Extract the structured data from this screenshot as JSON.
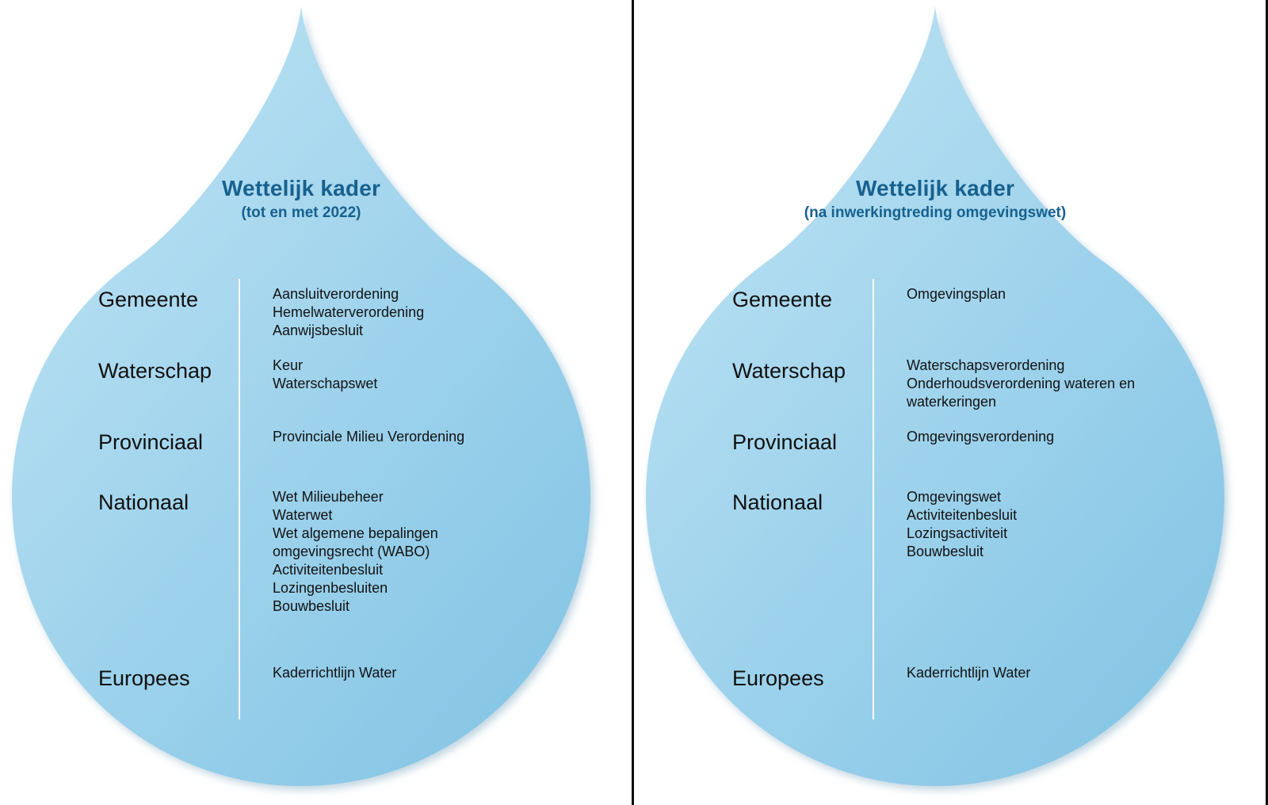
{
  "colors": {
    "droplet_top": "#bfe4f5",
    "droplet_mid": "#9fd3ec",
    "droplet_bottom": "#86c5e5",
    "title_text": "#17618f",
    "body_text": "#121212",
    "panel_divider": "#0b0b0b",
    "column_divider": "#fbfdfe"
  },
  "panels": [
    {
      "title": "Wettelijk kader",
      "subtitle": "(tot en met 2022)",
      "rows": [
        {
          "label": "Gemeente",
          "items": [
            "Aansluitverordening",
            "Hemelwaterverordening",
            "Aanwijsbesluit"
          ]
        },
        {
          "label": "Waterschap",
          "items": [
            "Keur",
            "Waterschapswet"
          ]
        },
        {
          "label": "Provinciaal",
          "items": [
            "Provinciale Milieu Verordening"
          ]
        },
        {
          "label": "Nationaal",
          "items": [
            "Wet Milieubeheer",
            "Waterwet",
            "Wet algemene bepalingen omgevingsrecht (WABO)",
            "Activiteitenbesluit",
            "Lozingenbesluiten",
            "Bouwbesluit"
          ]
        },
        {
          "label": "Europees",
          "items": [
            "Kaderrichtlijn Water"
          ]
        }
      ]
    },
    {
      "title": "Wettelijk kader",
      "subtitle": "(na inwerkingtreding omgevingswet)",
      "rows": [
        {
          "label": "Gemeente",
          "items": [
            "Omgevingsplan"
          ]
        },
        {
          "label": "Waterschap",
          "items": [
            "Waterschapsverordening",
            "Onderhoudsverordening wateren en waterkeringen"
          ]
        },
        {
          "label": "Provinciaal",
          "items": [
            "Omgevingsverordening"
          ]
        },
        {
          "label": "Nationaal",
          "items": [
            "Omgevingswet",
            "Activiteitenbesluit",
            "Lozingsactiviteit",
            "Bouwbesluit"
          ]
        },
        {
          "label": "Europees",
          "items": [
            "Kaderrichtlijn Water"
          ]
        }
      ]
    }
  ]
}
